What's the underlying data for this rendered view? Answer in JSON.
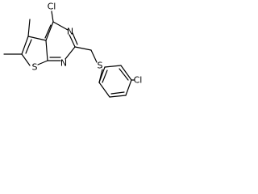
{
  "structure": {
    "atoms": {
      "cl_top": "Cl",
      "n_upper": "N",
      "n_lower": "N",
      "s_ring": "S",
      "s_link": "S",
      "cl_right": "Cl"
    }
  }
}
